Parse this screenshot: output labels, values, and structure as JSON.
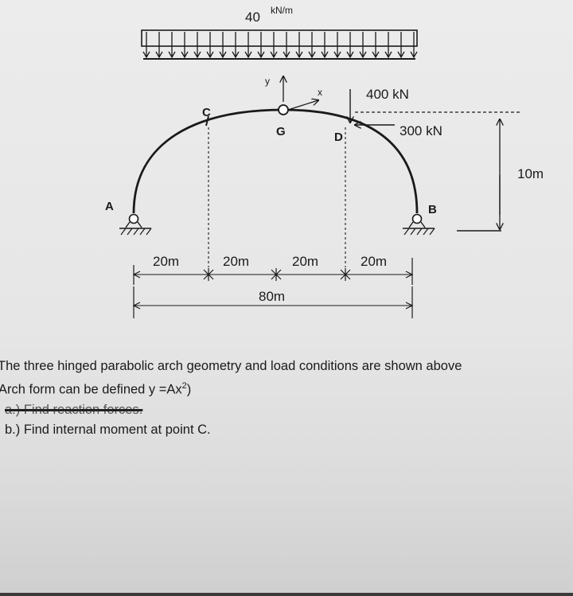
{
  "diagram": {
    "load": {
      "value": "40",
      "unit": "kN/m"
    },
    "axes": {
      "y": "y",
      "x": "x"
    },
    "points": {
      "A": "A",
      "B": "B",
      "C": "C",
      "D": "D",
      "G": "G"
    },
    "forces": {
      "vertical": "400 kN",
      "horizontal": "300 kN"
    },
    "rise": "10m",
    "spans": [
      "20m",
      "20m",
      "20m",
      "20m"
    ],
    "total_span": "80m"
  },
  "text": {
    "line1": "The three hinged parabolic arch geometry and load conditions are shown above",
    "line2_prefix": "Arch form can be defined y =Ax",
    "line2_sup": "2",
    "line2_suffix": ")",
    "line3": "a.) Find reaction forces.",
    "line4": "b.) Find internal moment at point C."
  }
}
